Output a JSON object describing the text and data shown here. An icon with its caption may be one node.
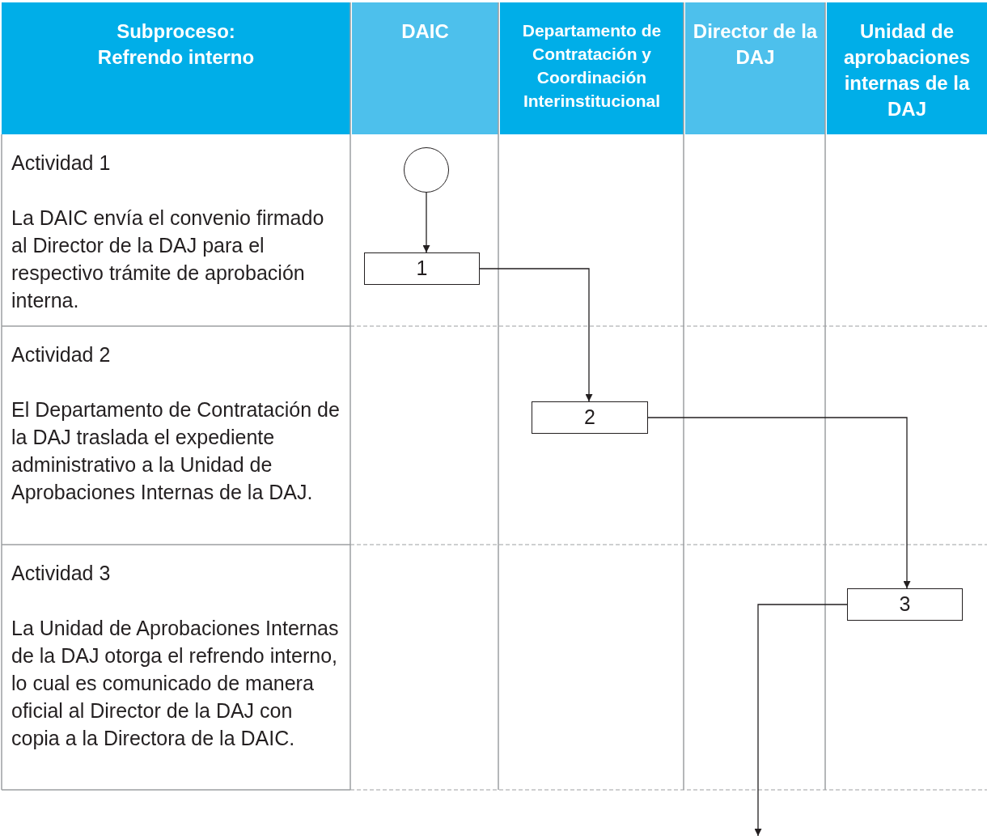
{
  "diagram": {
    "nodes": [
      {
        "text": [],
        "shape": "circle"
      },
      {
        "text": [
          "1"
        ]
      },
      {
        "text": [
          "2"
        ]
      },
      {
        "text": [
          "3"
        ]
      }
    ],
    "edges": [
      {
        "from": 0,
        "to": 1,
        "arrow": "to"
      },
      {
        "from": 1,
        "to": 2,
        "arrow": "to"
      },
      {
        "from": 2,
        "to": 3,
        "arrow": "to"
      },
      {
        "from": 3,
        "to": null,
        "arrow": "to"
      }
    ],
    "labels": [
      "Subproceso: Refrendo interno",
      "DAIC",
      "Departamento de Contratación y Coordinación Interinstitucional",
      "Director de la DAJ",
      "Unidad de aprobaciones internas de la DAJ",
      "Actividad 1",
      "La DAIC envía el convenio firmado al Director de la DAJ para el respectivo trámite de aprobación interna.",
      "Actividad 2",
      "El Departamento de Contratación de la DAJ traslada el expediente administrativo a la Unidad de Aprobaciones Internas de la DAJ.",
      "Actividad 3",
      "La Unidad de Aprobaciones Internas de la DAJ otorga el refrendo interno, lo cual es comunicado de manera oficial al Director de la DAJ con copia a la Directora de la DAIC."
    ]
  }
}
